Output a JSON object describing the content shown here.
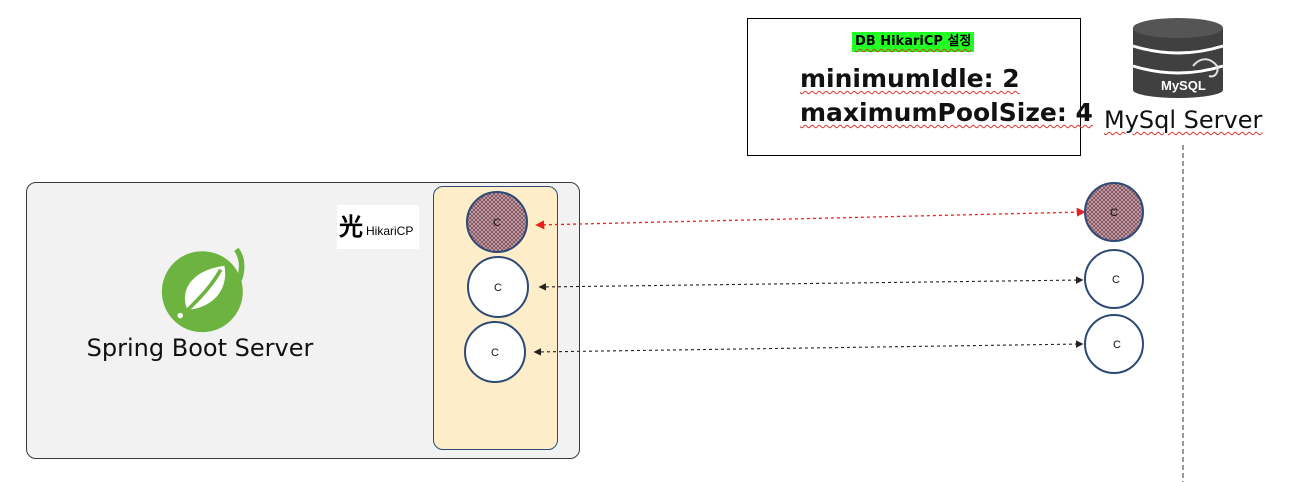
{
  "spring": {
    "label": "Spring Boot Server",
    "logo": "spring-leaf-icon"
  },
  "hikari": {
    "kanji": "光",
    "text": "HikariCP"
  },
  "config": {
    "title": "DB HikariCP 설정",
    "minimum_idle": "minimumIdle: 2",
    "maximum_pool_size": "maximumPoolSize: 4"
  },
  "db": {
    "label": "MySql Server",
    "icon": "mysql-database-icon",
    "logo_text": "MySQL"
  },
  "connections": {
    "label": "C",
    "items": [
      {
        "id": "conn-1",
        "status": "active",
        "link_color": "#e8231f"
      },
      {
        "id": "conn-2",
        "status": "idle",
        "link_color": "#222222"
      },
      {
        "id": "conn-3",
        "status": "idle",
        "link_color": "#222222"
      }
    ]
  },
  "colors": {
    "pool_bg": "#fdedc8",
    "circle_border": "#2d4a77",
    "active_fill": "#a0727c",
    "highlight": "#22ff22",
    "spring_green": "#6db33f"
  }
}
